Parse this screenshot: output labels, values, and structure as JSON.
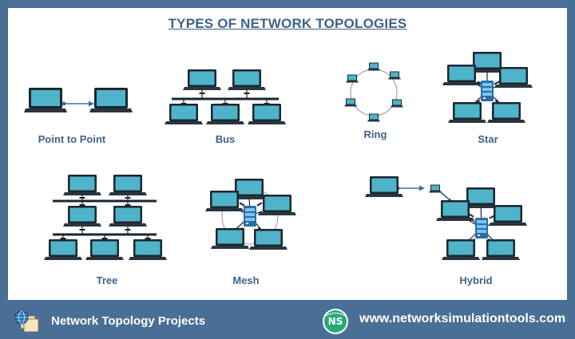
{
  "title": "TYPES OF NETWORK TOPOLOGIES",
  "labels": {
    "p2p": "Point to Point",
    "bus": "Bus",
    "ring": "Ring",
    "star": "Star",
    "tree": "Tree",
    "mesh": "Mesh",
    "hybrid": "Hybrid"
  },
  "footer": {
    "left_text": "Network Topology Projects",
    "logo_text": "NS",
    "url": "www.networksimulationtools.com"
  },
  "colors": {
    "brand_blue": "#4a6f96",
    "heading": "#3f6288",
    "screen": "#4fb4c9",
    "server": "#3a8fd0",
    "logo_green": "#2aa87a"
  }
}
